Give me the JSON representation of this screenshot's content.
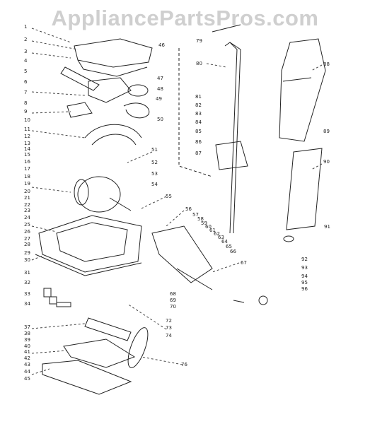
{
  "watermark": "AppliancePartsPros.com",
  "labels": {
    "left": [
      "1",
      "2",
      "3",
      "4",
      "5",
      "6",
      "7",
      "8",
      "9",
      "10",
      "11",
      "12",
      "13",
      "14",
      "15",
      "16",
      "17",
      "18",
      "19",
      "20",
      "21",
      "22",
      "23",
      "24",
      "25",
      "26",
      "27",
      "28",
      "29",
      "30",
      "31",
      "32",
      "33",
      "34",
      "37",
      "38",
      "39",
      "40",
      "41",
      "42",
      "43",
      "44",
      "45"
    ],
    "middle": [
      "46",
      "47",
      "48",
      "49",
      "50",
      "51",
      "52",
      "53",
      "54",
      "55",
      "56",
      "57",
      "58",
      "59",
      "60",
      "61",
      "62",
      "63",
      "64",
      "65",
      "66",
      "67",
      "68",
      "69",
      "70",
      "72",
      "73",
      "74",
      "76"
    ],
    "upper_right": [
      "79",
      "80",
      "81",
      "82",
      "83",
      "84",
      "85",
      "86",
      "87",
      "88",
      "89",
      "90",
      "91"
    ],
    "lower_right": [
      "92",
      "93",
      "94",
      "95",
      "96"
    ]
  }
}
